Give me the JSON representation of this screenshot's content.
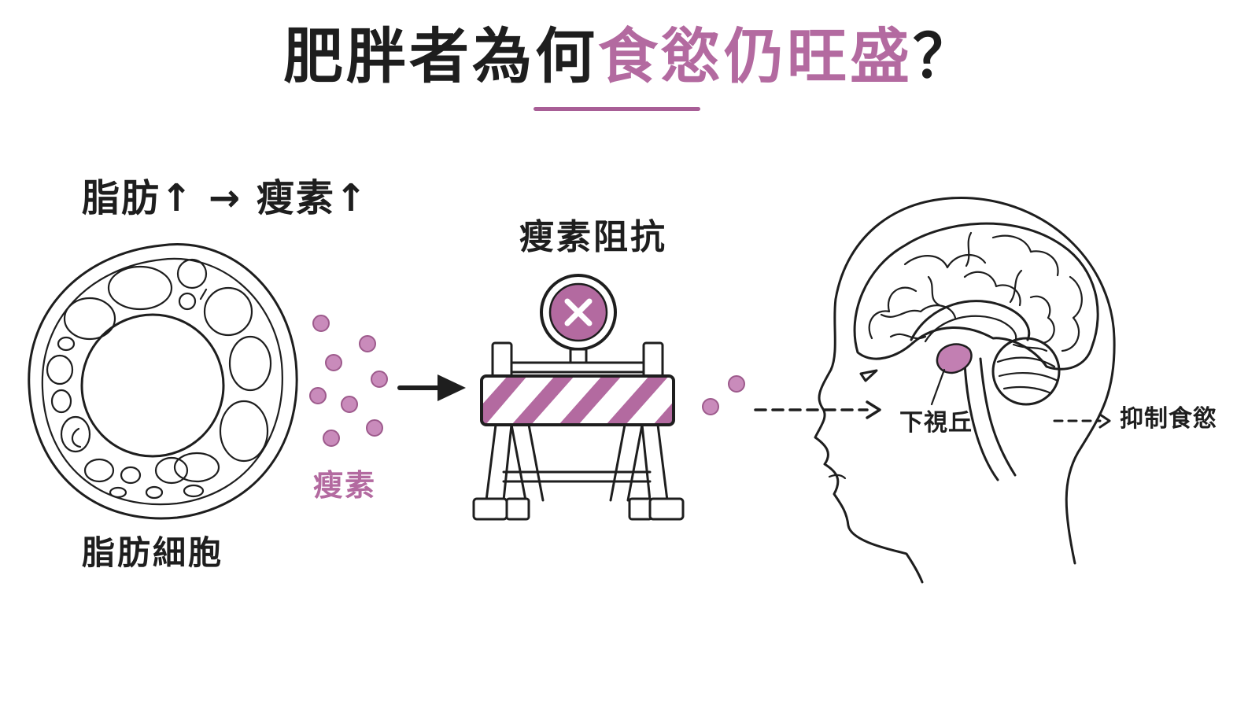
{
  "title": {
    "part1": "肥胖者為何",
    "highlight": "食慾仍旺盛",
    "part2": "？"
  },
  "labels": {
    "fat_leptin_up": "脂肪↑ → 瘦素↑",
    "leptin_resistance": "瘦素阻抗",
    "leptin": "瘦素",
    "fat_cell": "脂肪細胞",
    "hypothalamus": "下視丘",
    "suppress_appetite": "抑制食慾"
  },
  "icons": {
    "barrier_sign": "x-mark-icon",
    "fat_cell": "fat-cell-icon",
    "barrier": "road-barrier-icon",
    "brain": "brain-head-icon"
  },
  "colors": {
    "accent": "#b36aa0",
    "leptin_dot": "#c98bbb",
    "hypothalamus": "#c27fb2",
    "text": "#1e1e1e"
  }
}
